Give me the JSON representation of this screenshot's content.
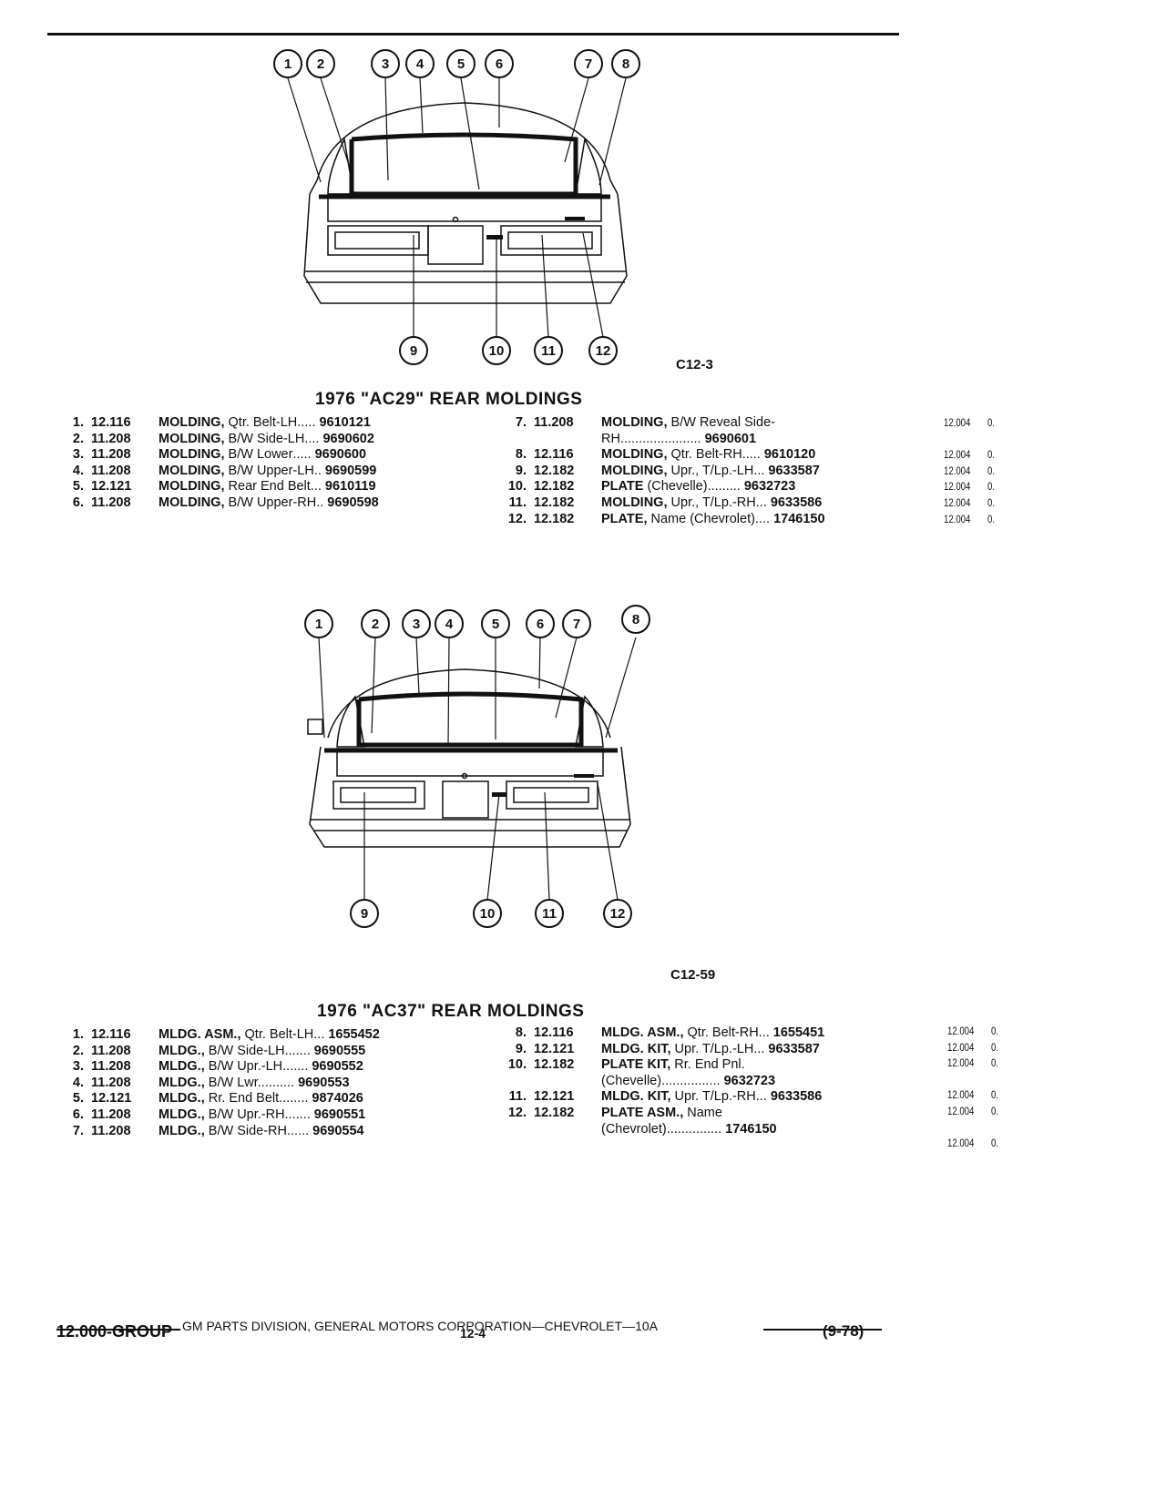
{
  "sections": [
    {
      "title": "1976 \"AC29\" REAR MOLDINGS",
      "fig_code": "C12-3",
      "left": [
        {
          "n": "1.",
          "g": "12.116",
          "d": "MOLDING,",
          "r": " Qtr. Belt-LH",
          "dots": ".....",
          "p": "9610121"
        },
        {
          "n": "2.",
          "g": "11.208",
          "d": "MOLDING,",
          "r": " B/W Side-LH",
          "dots": "....",
          "p": "9690602"
        },
        {
          "n": "3.",
          "g": "11.208",
          "d": "MOLDING,",
          "r": " B/W Lower",
          "dots": ".....",
          "p": "9690600"
        },
        {
          "n": "4.",
          "g": "11.208",
          "d": "MOLDING,",
          "r": " B/W Upper-LH",
          "dots": "..",
          "p": "9690599"
        },
        {
          "n": "5.",
          "g": "12.121",
          "d": "MOLDING,",
          "r": " Rear End Belt",
          "dots": "...",
          "p": "9610119"
        },
        {
          "n": "6.",
          "g": "11.208",
          "d": "MOLDING,",
          "r": " B/W Upper-RH",
          "dots": "..",
          "p": "9690598"
        }
      ],
      "right": [
        {
          "n": "7.",
          "g": "11.208",
          "d": "MOLDING,",
          "r": " B/W Reveal Side-",
          "dots": "",
          "p": "",
          "cont": "RH",
          "cont_dots": "......................",
          "cont_p": "9690601"
        },
        {
          "n": "8.",
          "g": "12.116",
          "d": "MOLDING,",
          "r": " Qtr. Belt-RH",
          "dots": ".....",
          "p": "9610120"
        },
        {
          "n": "9.",
          "g": "12.182",
          "d": "MOLDING,",
          "r": " Upr., T/Lp.-LH",
          "dots": "...",
          "p": "9633587"
        },
        {
          "n": "10.",
          "g": "12.182",
          "d": "PLATE",
          "r": " (Chevelle)",
          "dots": ".........",
          "p": "9632723"
        },
        {
          "n": "11.",
          "g": "12.182",
          "d": "MOLDING,",
          "r": " Upr., T/Lp.-RH",
          "dots": "...",
          "p": "9633586"
        },
        {
          "n": "12.",
          "g": "12.182",
          "d": "PLATE,",
          "r": " Name (Chevrolet)",
          "dots": "....",
          "p": "1746150"
        }
      ],
      "margin": [
        {
          "a": "12.004",
          "b": "0."
        },
        {
          "a": "",
          "b": ""
        },
        {
          "a": "12.004",
          "b": "0."
        },
        {
          "a": "12.004",
          "b": "0."
        },
        {
          "a": "12.004",
          "b": "0."
        },
        {
          "a": "12.004",
          "b": "0."
        },
        {
          "a": "12.004",
          "b": "0."
        }
      ]
    },
    {
      "title": "1976 \"AC37\" REAR MOLDINGS",
      "fig_code": "C12-59",
      "left": [
        {
          "n": "1.",
          "g": "12.116",
          "d": "MLDG. ASM.,",
          "r": " Qtr. Belt-LH",
          "dots": "...",
          "p": "1655452"
        },
        {
          "n": "2.",
          "g": "11.208",
          "d": "MLDG.,",
          "r": " B/W Side-LH",
          "dots": ".......",
          "p": "9690555"
        },
        {
          "n": "3.",
          "g": "11.208",
          "d": "MLDG.,",
          "r": " B/W Upr.-LH",
          "dots": ".......",
          "p": "9690552"
        },
        {
          "n": "4.",
          "g": "11.208",
          "d": "MLDG.,",
          "r": " B/W Lwr.",
          "dots": ".........",
          "p": "9690553"
        },
        {
          "n": "5.",
          "g": "12.121",
          "d": "MLDG.,",
          "r": " Rr. End Belt",
          "dots": "........",
          "p": "9874026"
        },
        {
          "n": "6.",
          "g": "11.208",
          "d": "MLDG.,",
          "r": " B/W Upr.-RH",
          "dots": ".......",
          "p": "9690551"
        },
        {
          "n": "7.",
          "g": "11.208",
          "d": "MLDG.,",
          "r": " B/W Side-RH",
          "dots": "......",
          "p": "9690554"
        }
      ],
      "right": [
        {
          "n": "8.",
          "g": "12.116",
          "d": "MLDG. ASM.,",
          "r": " Qtr. Belt-RH",
          "dots": "...",
          "p": "1655451"
        },
        {
          "n": "9.",
          "g": "12.121",
          "d": "MLDG. KIT,",
          "r": " Upr. T/Lp.-LH",
          "dots": "...",
          "p": "9633587"
        },
        {
          "n": "10.",
          "g": "12.182",
          "d": "PLATE KIT,",
          "r": " Rr. End Pnl.",
          "dots": "",
          "p": "",
          "cont": "(Chevelle)",
          "cont_dots": "................",
          "cont_p": "9632723"
        },
        {
          "n": "11.",
          "g": "12.121",
          "d": "MLDG. KIT,",
          "r": " Upr. T/Lp.-RH",
          "dots": "...",
          "p": "9633586"
        },
        {
          "n": "12.",
          "g": "12.182",
          "d": "PLATE ASM.,",
          "r": " Name",
          "dots": "",
          "p": "",
          "cont": "(Chevrolet)",
          "cont_dots": "...............",
          "cont_p": "1746150"
        }
      ],
      "margin": [
        {
          "a": "12.004",
          "b": "0."
        },
        {
          "a": "12.004",
          "b": "0."
        },
        {
          "a": "12.004",
          "b": "0."
        },
        {
          "a": "",
          "b": ""
        },
        {
          "a": "12.004",
          "b": "0."
        },
        {
          "a": "12.004",
          "b": "0."
        },
        {
          "a": "",
          "b": ""
        },
        {
          "a": "12.004",
          "b": "0."
        }
      ]
    }
  ],
  "callouts": [
    "1",
    "2",
    "3",
    "4",
    "5",
    "6",
    "7",
    "8",
    "9",
    "10",
    "11",
    "12"
  ],
  "footer": {
    "line": "GM PARTS DIVISION, GENERAL MOTORS CORPORATION—CHEVROLET—10A",
    "group": "12.000-GROUP",
    "page": "12-4",
    "date": "(9-78)"
  }
}
